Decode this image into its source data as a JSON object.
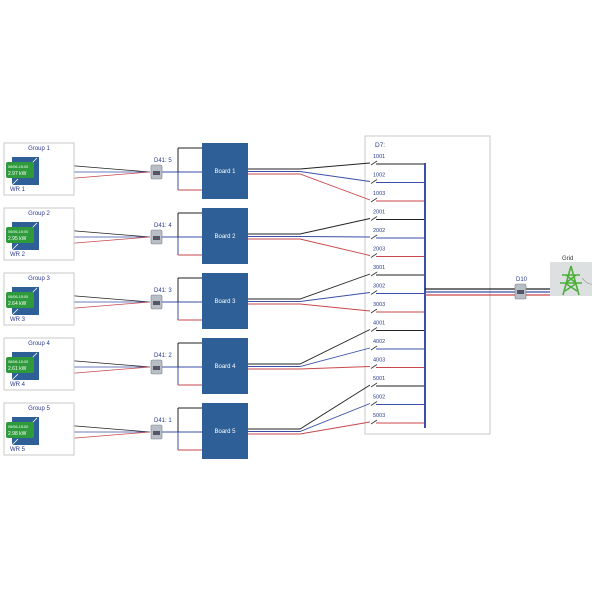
{
  "colors": {
    "black": "#222222",
    "blue": "#3a4fa8",
    "red": "#c9474a",
    "board": "#2e5f96",
    "label": "#2b3a8f",
    "display": "#2e9a3c",
    "grid_icon": "#4caf3a"
  },
  "groups": [
    {
      "title": "Group 1",
      "inverter": "WR 1",
      "time": "06/06-15:00",
      "power": "2.97 kW",
      "meter": "D41: 5",
      "board": "Board 1"
    },
    {
      "title": "Group 2",
      "inverter": "WR 2",
      "time": "06/06-15:00",
      "power": "2.95 kW",
      "meter": "D41: 4",
      "board": "Board 2"
    },
    {
      "title": "Group 3",
      "inverter": "WR 3",
      "time": "06/06-15:00",
      "power": "2.64 kW",
      "meter": "D41: 3",
      "board": "Board 3"
    },
    {
      "title": "Group 4",
      "inverter": "WR 4",
      "time": "06/06-15:00",
      "power": "2.61 kW",
      "meter": "D41: 2",
      "board": "Board 4"
    },
    {
      "title": "Group 5",
      "inverter": "WR 5",
      "time": "06/06-15:00",
      "power": "2.98 kW",
      "meter": "D41: 1",
      "board": "Board 5"
    }
  ],
  "distribution": {
    "title": "D7:",
    "switches": [
      "1001",
      "1002",
      "1003",
      "2001",
      "2002",
      "2003",
      "3001",
      "3002",
      "3003",
      "4001",
      "4002",
      "4003",
      "5001",
      "5002",
      "5003"
    ]
  },
  "main_meter": "D10",
  "grid": "Grid"
}
